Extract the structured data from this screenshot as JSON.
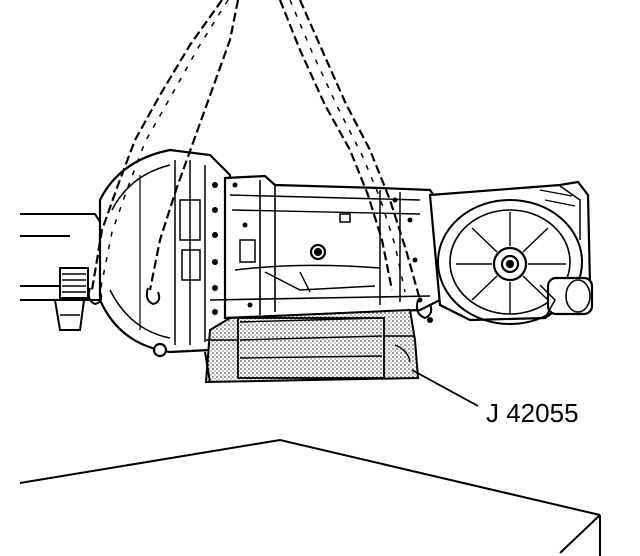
{
  "callout": {
    "label": "J 42055"
  },
  "colors": {
    "ink": "#000000",
    "paper": "#ffffff",
    "stipple": "#8a8a8a"
  },
  "parts": {
    "transmission": "transmission-assembly",
    "lifting_chains": "lifting-chains",
    "tool": "J 42055",
    "bench": "work-bench"
  }
}
